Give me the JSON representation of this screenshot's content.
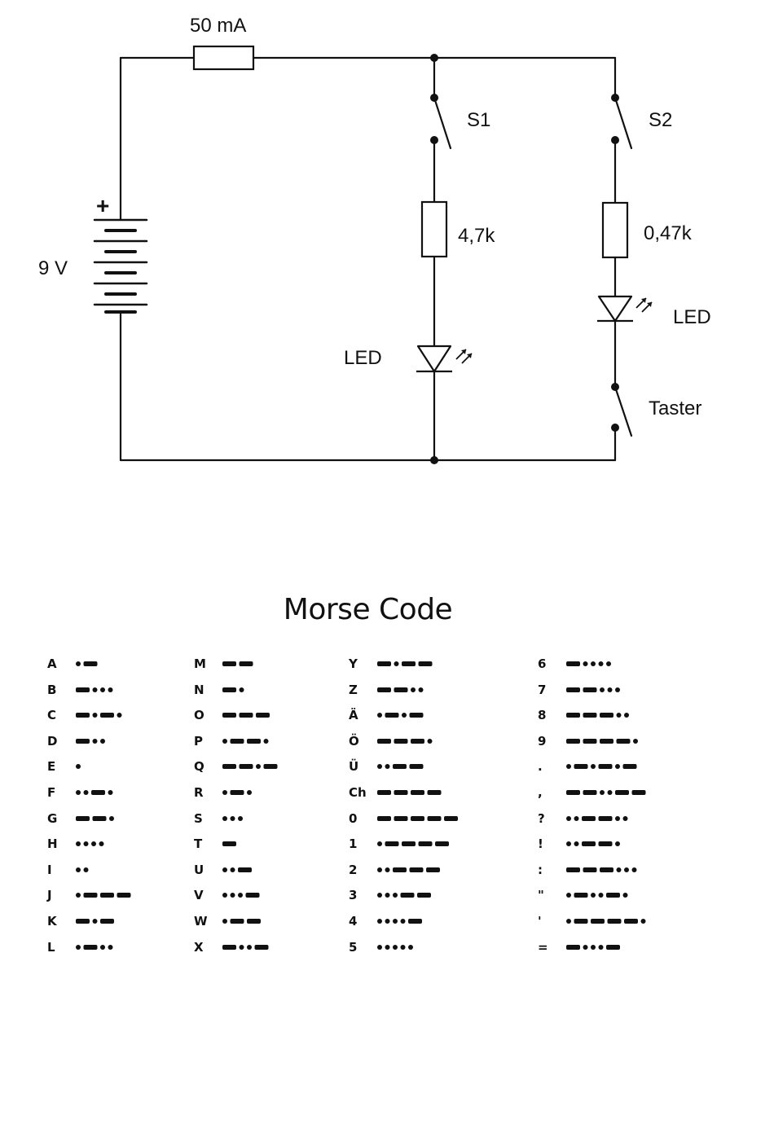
{
  "circuit": {
    "fuse_label": "50 mA",
    "battery_label": "9 V",
    "battery_plus": "+",
    "switch1_label": "S1",
    "switch2_label": "S2",
    "resistor1_label": "4,7k",
    "resistor2_label": "0,47k",
    "led1_label": "LED",
    "led2_label": "LED",
    "button_label": "Taster"
  },
  "morse": {
    "title": "Morse Code",
    "columns": [
      [
        {
          "char": "A",
          "code": ".-"
        },
        {
          "char": "B",
          "code": "-..."
        },
        {
          "char": "C",
          "code": "-.-."
        },
        {
          "char": "D",
          "code": "-.."
        },
        {
          "char": "E",
          "code": "."
        },
        {
          "char": "F",
          "code": "..-."
        },
        {
          "char": "G",
          "code": "--."
        },
        {
          "char": "H",
          "code": "...."
        },
        {
          "char": "I",
          "code": ".."
        },
        {
          "char": "J",
          "code": ".---"
        },
        {
          "char": "K",
          "code": "-.-"
        },
        {
          "char": "L",
          "code": ".-.."
        }
      ],
      [
        {
          "char": "M",
          "code": "--"
        },
        {
          "char": "N",
          "code": "-."
        },
        {
          "char": "O",
          "code": "---"
        },
        {
          "char": "P",
          "code": ".--."
        },
        {
          "char": "Q",
          "code": "--.-"
        },
        {
          "char": "R",
          "code": ".-."
        },
        {
          "char": "S",
          "code": "..."
        },
        {
          "char": "T",
          "code": "-"
        },
        {
          "char": "U",
          "code": "..-"
        },
        {
          "char": "V",
          "code": "...-"
        },
        {
          "char": "W",
          "code": ".--"
        },
        {
          "char": "X",
          "code": "-..-"
        }
      ],
      [
        {
          "char": "Y",
          "code": "-.--"
        },
        {
          "char": "Z",
          "code": "--.."
        },
        {
          "char": "Ä",
          "code": ".-.-"
        },
        {
          "char": "Ö",
          "code": "---."
        },
        {
          "char": "Ü",
          "code": "..--"
        },
        {
          "char": "Ch",
          "code": "----"
        },
        {
          "char": "0",
          "code": "-----"
        },
        {
          "char": "1",
          "code": ".----"
        },
        {
          "char": "2",
          "code": "..---"
        },
        {
          "char": "3",
          "code": "...--"
        },
        {
          "char": "4",
          "code": "....-"
        },
        {
          "char": "5",
          "code": "....."
        }
      ],
      [
        {
          "char": "6",
          "code": "-...."
        },
        {
          "char": "7",
          "code": "--..."
        },
        {
          "char": "8",
          "code": "---.."
        },
        {
          "char": "9",
          "code": "----."
        },
        {
          "char": ".",
          "code": ".-.-.-"
        },
        {
          "char": ",",
          "code": "--..--"
        },
        {
          "char": "?",
          "code": "..--.."
        },
        {
          "char": "!",
          "code": "..--."
        },
        {
          "char": ":",
          "code": "---..."
        },
        {
          "char": "\"",
          "code": ".-..-."
        },
        {
          "char": "'",
          "code": ".----."
        },
        {
          "char": "=",
          "code": "-...-"
        }
      ]
    ]
  }
}
